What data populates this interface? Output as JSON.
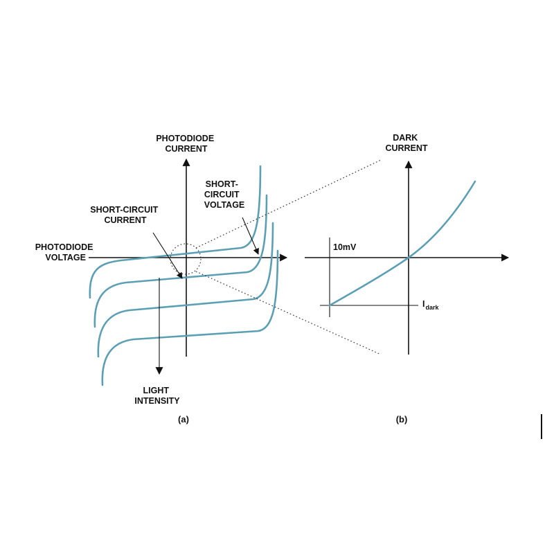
{
  "colors": {
    "curve": "#5b9fb5",
    "ink": "#111111"
  },
  "panel_a": {
    "y_axis_label": [
      "PHOTODIODE",
      "CURRENT"
    ],
    "x_axis_label": [
      "PHOTODIODE",
      "VOLTAGE"
    ],
    "short_circuit_current": [
      "SHORT-CIRCUIT",
      "CURRENT"
    ],
    "short_circuit_voltage": [
      "SHORT-",
      "CIRCUIT",
      "VOLTAGE"
    ],
    "light_intensity": [
      "LIGHT",
      "INTENSITY"
    ],
    "caption": "(a)",
    "curve_count": 4
  },
  "panel_b": {
    "y_axis_label": [
      "DARK",
      "CURRENT"
    ],
    "voltage_marker": "10mV",
    "current_marker": "I",
    "current_marker_sub": "dark",
    "caption": "(b)"
  }
}
